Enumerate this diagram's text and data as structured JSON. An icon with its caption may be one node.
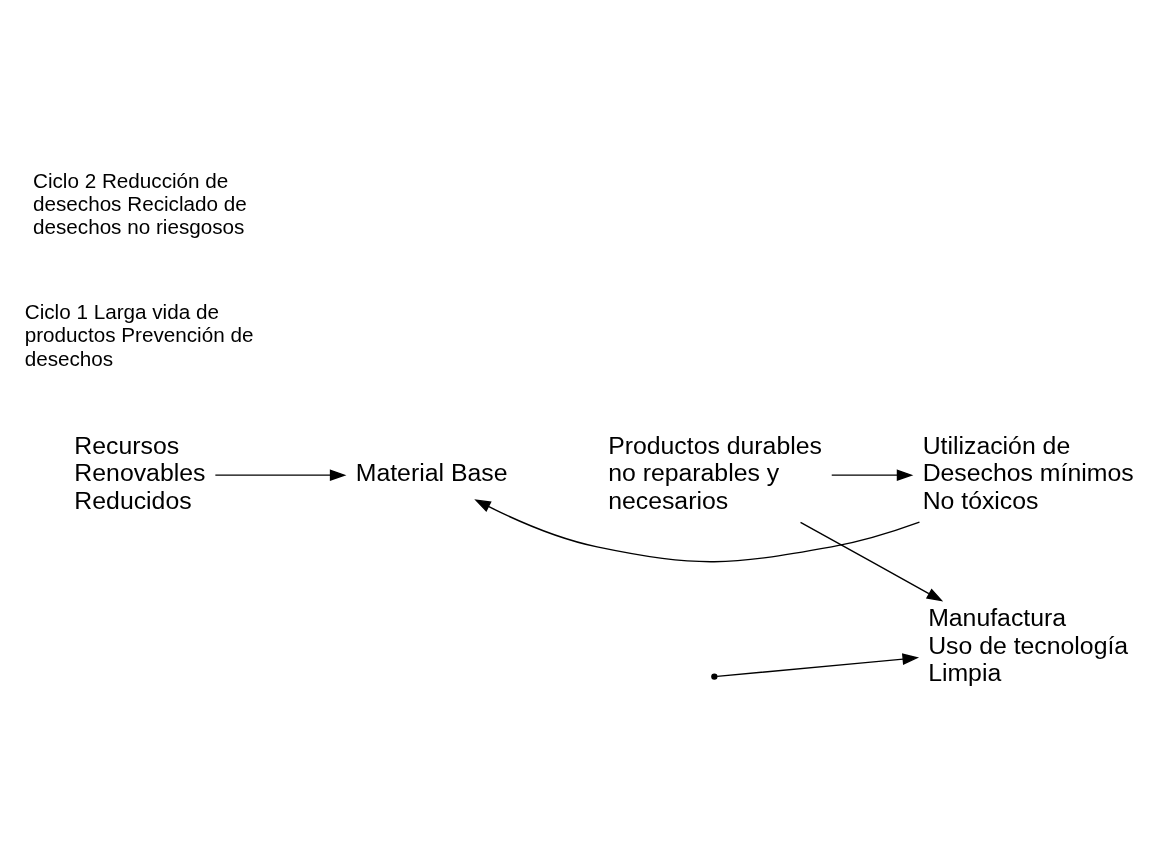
{
  "diagram": {
    "nodes": [
      {
        "text": [
          "Recursos Renovables Reducidos"
        ]
      },
      {
        "text": [
          "Material Base"
        ]
      },
      {
        "text": [
          "Productos durables no reparables y necesarios"
        ]
      },
      {
        "text": [
          "Manufactura",
          "Uso de tecnología Limpia"
        ]
      },
      {
        "text": [
          "Utilización de Desechos mínimos No tóxicos"
        ]
      }
    ],
    "edges": [
      {
        "from": 0,
        "to": 1,
        "arrow": "to"
      },
      {
        "from": 2,
        "to": 4,
        "arrow": "to"
      },
      {
        "from": null,
        "to": 3,
        "arrow": "to"
      },
      {
        "from": 2,
        "to": 3,
        "arrow": "to"
      },
      {
        "from": 4,
        "to": 1,
        "arrow": "to"
      }
    ],
    "labels": [
      "Ciclo 1 Larga vida de productos Prevención de desechos",
      "Ciclo 2 Reducción de desechos Reciclado de desechos no riesgosos"
    ]
  }
}
